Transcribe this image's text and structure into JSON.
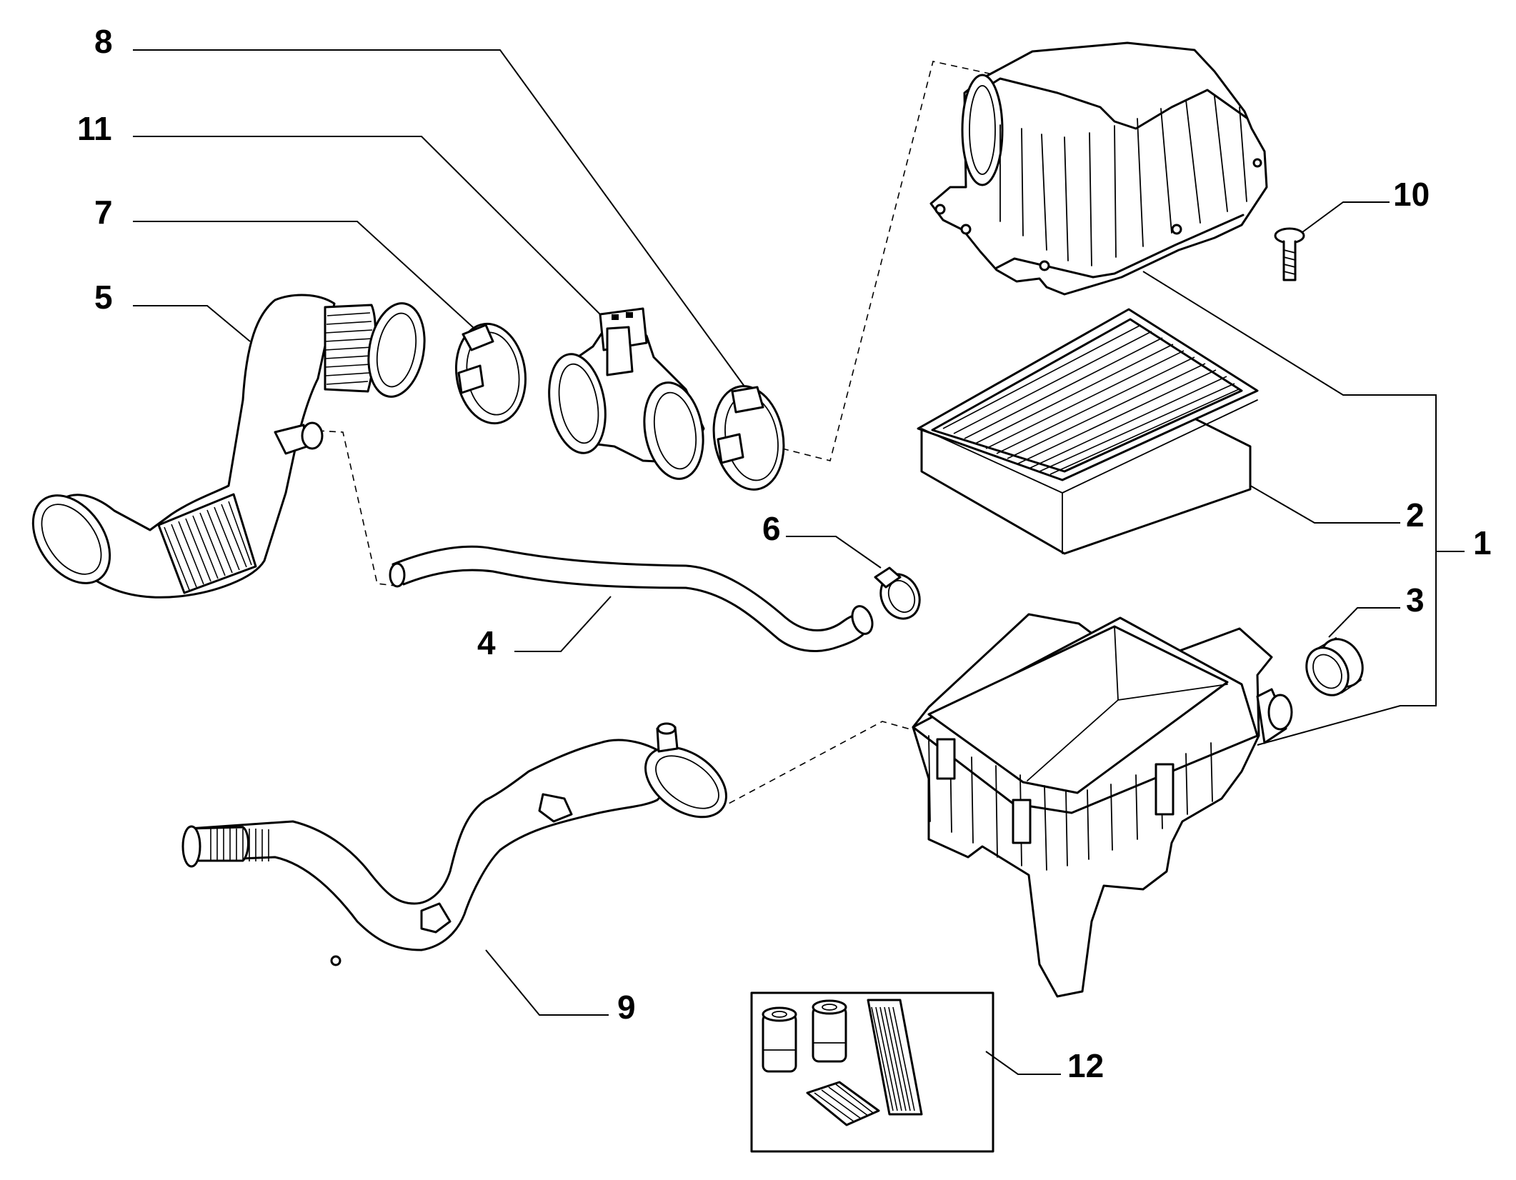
{
  "diagram": {
    "labels": {
      "p1": "1",
      "p2": "2",
      "p3": "3",
      "p4": "4",
      "p5": "5",
      "p6": "6",
      "p7": "7",
      "p8": "8",
      "p9": "9",
      "p10": "10",
      "p11": "11",
      "p12": "12"
    }
  }
}
